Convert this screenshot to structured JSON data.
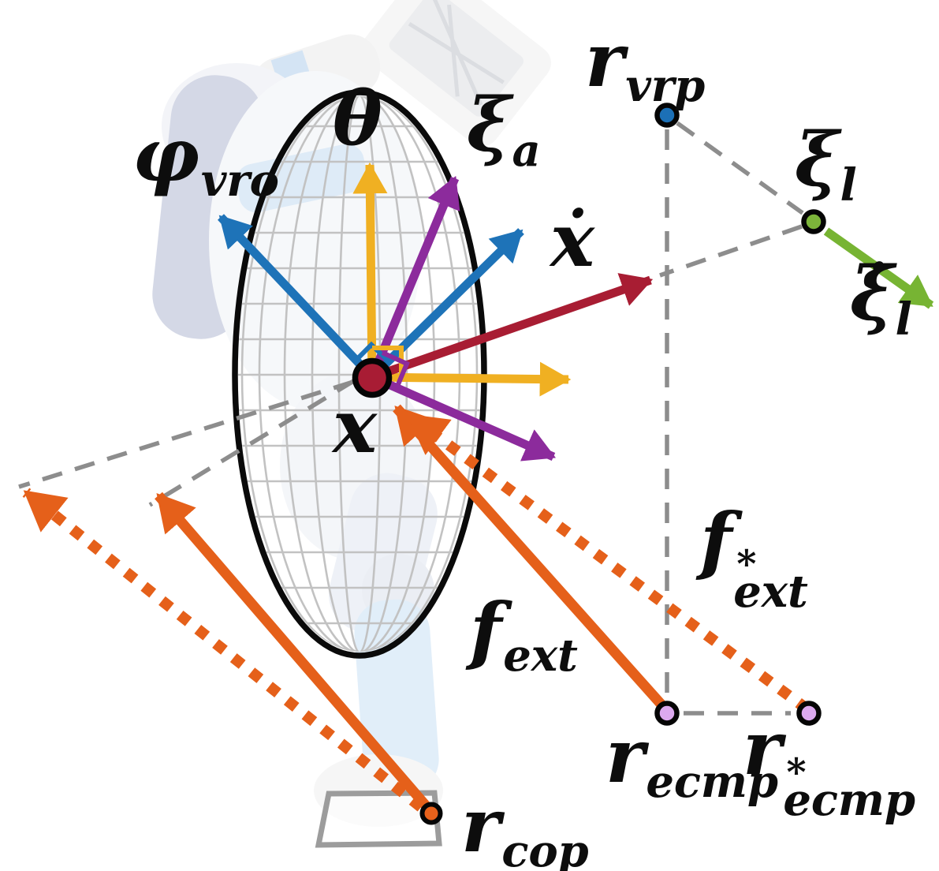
{
  "diagram": {
    "kind": "humanoid-robot balance / DCM force vector diagram",
    "backdrop": "faded photo of a humanoid robot behind a wireframe ellipsoid",
    "labels": {
      "phi_vro": {
        "main": "φ",
        "sub": "vro"
      },
      "theta": {
        "main": "θ"
      },
      "xi_a": {
        "main": "ξ",
        "sub": "a"
      },
      "r_vrp": {
        "main": "r",
        "sub": "vrp"
      },
      "xi_l": {
        "main": "ξ",
        "sub": "l"
      },
      "x_dot": {
        "main": "ẋ"
      },
      "xi_l_dot": {
        "main": "ξ̇",
        "sub": "l"
      },
      "x_com": {
        "main": "x"
      },
      "f_ext": {
        "main": "f",
        "sub": "ext"
      },
      "f_ext_star": {
        "main": "f",
        "sup": "∗",
        "sub": "ext"
      },
      "r_ecmp": {
        "main": "r",
        "sub": "ecmp"
      },
      "r_ecmp_star": {
        "main": "r",
        "sup": "∗",
        "sub": "ecmp"
      },
      "r_cop": {
        "main": "r",
        "sub": "cop"
      }
    },
    "colors": {
      "theta_axes_yellow": "#F0B022",
      "phi_axes_blue": "#1E73B8",
      "xi_a_axes_purple": "#8C2B9C",
      "x_dot_crimson": "#A81D33",
      "xi_l_dot_green": "#77B433",
      "force_orange": "#E5601A",
      "com_point_fill": "#A81C34",
      "vrp_point_fill": "#1C70B6",
      "xi_l_point_fill": "#7CB53A",
      "ecmp_point_fill": "#DCA9EF",
      "cop_point_fill": "#E8611B",
      "dashed_guides_gray": "#8D8D8D",
      "ellipsoid_mesh_gray": "#C2C2C2",
      "label_black": "#0D0D0D"
    }
  }
}
